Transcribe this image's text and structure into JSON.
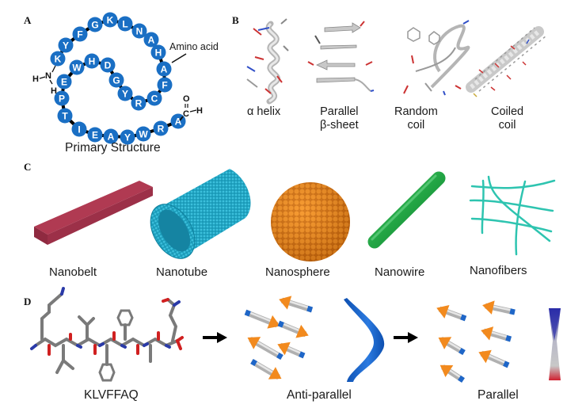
{
  "figure": {
    "panels": {
      "A": {
        "letter": "A",
        "caption": "Primary Structure",
        "annotation": "Amino acid",
        "n_terminus": {
          "H1": "H",
          "N": "N",
          "H2": "H"
        },
        "c_terminus": {
          "O": "O",
          "C": "C",
          "H": "H"
        },
        "sequence": [
          "K",
          "Y",
          "F",
          "G",
          "K",
          "L",
          "N",
          "A",
          "H",
          "A",
          "F",
          "C",
          "R",
          "Y",
          "G",
          "D",
          "H",
          "W",
          "E",
          "P",
          "T",
          "I",
          "E",
          "A",
          "Y",
          "W",
          "R",
          "A"
        ],
        "bead_color": "#1a6fc4"
      },
      "B": {
        "letter": "B",
        "structures": [
          {
            "id": "alpha-helix",
            "label": "α helix"
          },
          {
            "id": "parallel-beta-sheet",
            "label": "Parallel\nβ-sheet"
          },
          {
            "id": "random-coil",
            "label": "Random\ncoil"
          },
          {
            "id": "coiled-coil",
            "label": "Coiled\ncoil"
          }
        ]
      },
      "C": {
        "letter": "C",
        "nanostructures": [
          {
            "id": "nanobelt",
            "label": "Nanobelt",
            "color": "#b03a52"
          },
          {
            "id": "nanotube",
            "label": "Nanotube",
            "color": "#1fa3c4"
          },
          {
            "id": "nanosphere",
            "label": "Nanosphere",
            "color": "#f08a1c"
          },
          {
            "id": "nanowire",
            "label": "Nanowire",
            "color": "#22a544"
          },
          {
            "id": "nanofibers",
            "label": "Nanofibers",
            "color": "#2ec4b0"
          }
        ]
      },
      "D": {
        "letter": "D",
        "peptide_label": "KLVFFAQ",
        "anti_parallel_label": "Anti-parallel",
        "parallel_label": "Parallel",
        "arrow_color": "#f28a1e",
        "strand_end_color": "#1e66c8"
      }
    }
  }
}
